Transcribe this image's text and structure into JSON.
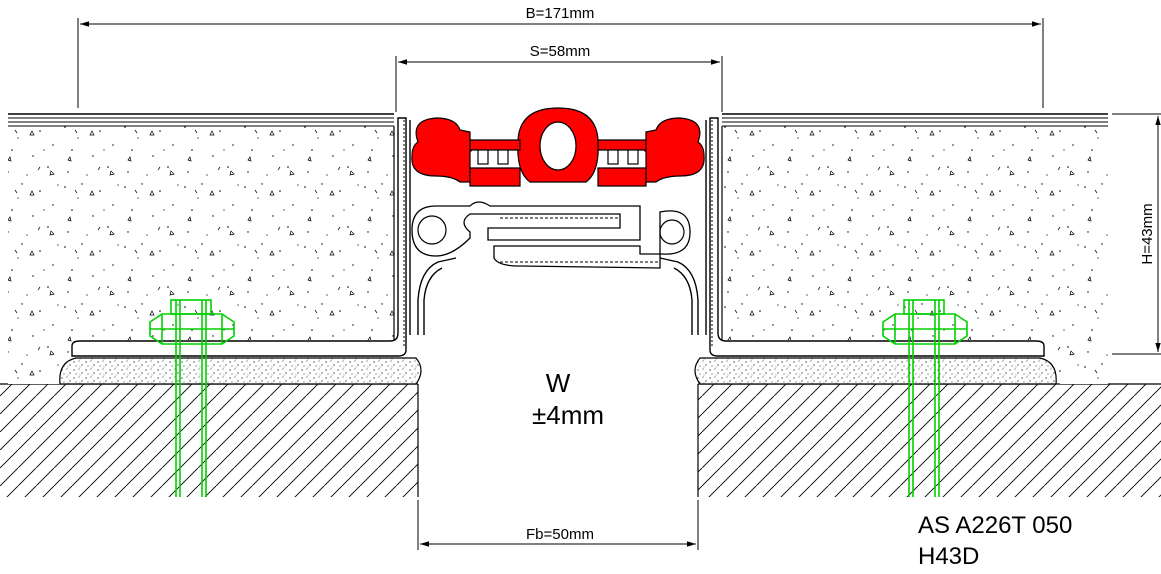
{
  "dimensions": {
    "overall_width": "B=171mm",
    "seal_width": "S=58mm",
    "height": "H=43mm",
    "gap_label": "W",
    "gap_tolerance": "±4mm",
    "base_width": "Fb=50mm"
  },
  "product_code": {
    "line1": "AS A226T 050",
    "line2": "H43D"
  },
  "colors": {
    "seal": "#ff0000",
    "anchor": "#00d000",
    "line": "#000000"
  }
}
